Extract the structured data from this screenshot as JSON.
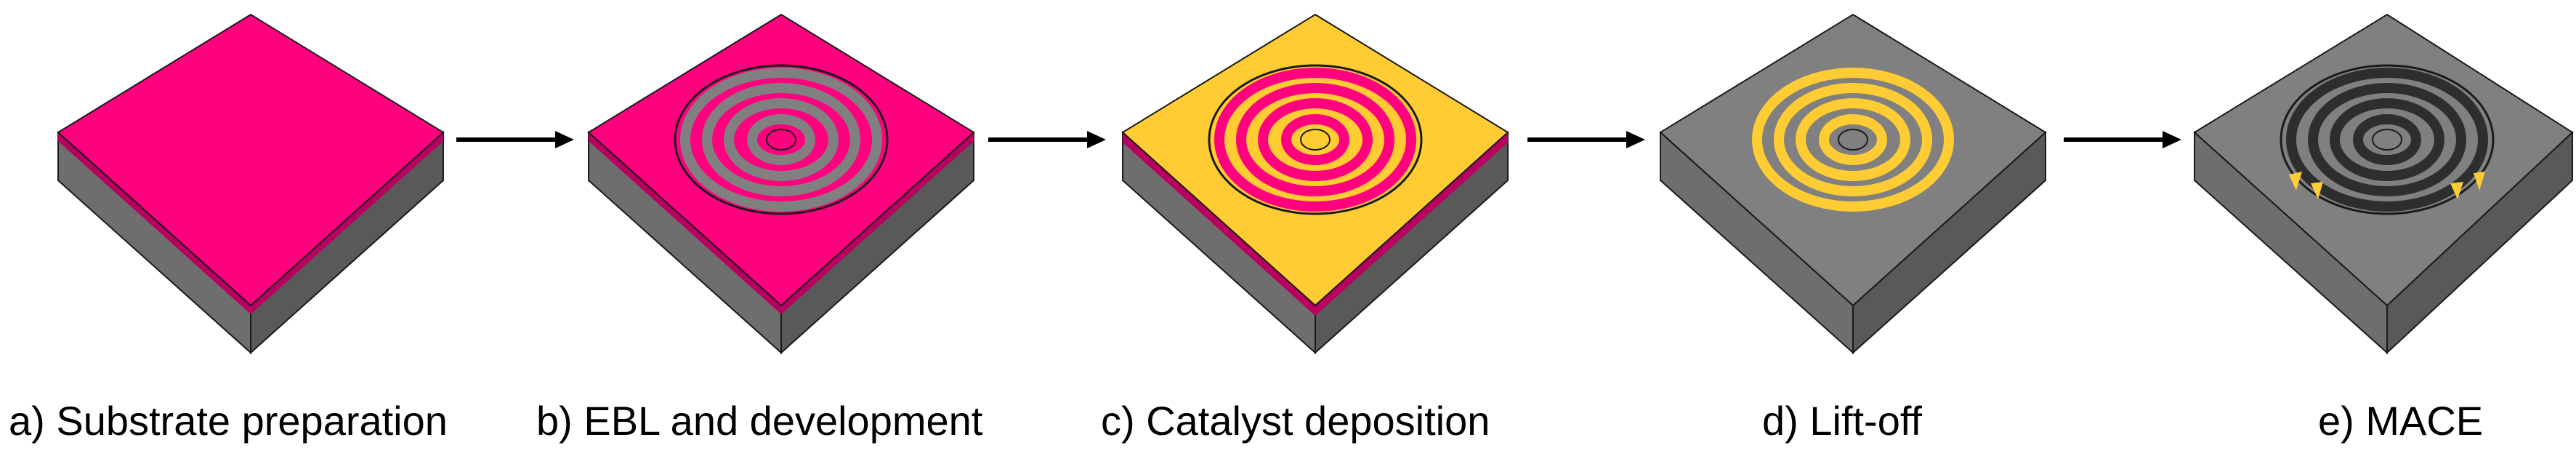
{
  "steps": [
    {
      "label": "a) Substrate preparation",
      "top_layer": "photoresist",
      "pattern": "none"
    },
    {
      "label": "b) EBL and development",
      "top_layer": "photoresist",
      "pattern": "resist-openings"
    },
    {
      "label": "c) Catalyst deposition",
      "top_layer": "catalyst",
      "pattern": "catalyst-over-resist"
    },
    {
      "label": "d) Lift-off",
      "top_layer": "substrate",
      "pattern": "catalyst-rings"
    },
    {
      "label": "e) MACE",
      "top_layer": "substrate",
      "pattern": "etched-trenches"
    }
  ],
  "arrows": [
    "right-arrow",
    "right-arrow",
    "right-arrow",
    "right-arrow"
  ],
  "colors": {
    "resist": "#ff007f",
    "resist_side": "#b80060",
    "catalyst": "#ffcc33",
    "substrate_top": "#808080",
    "substrate_side_left": "#6e6e6e",
    "substrate_side_right": "#595959",
    "trench_dark": "#2e2e2e",
    "outline": "#1a1a1a",
    "arrow": "#000000"
  }
}
